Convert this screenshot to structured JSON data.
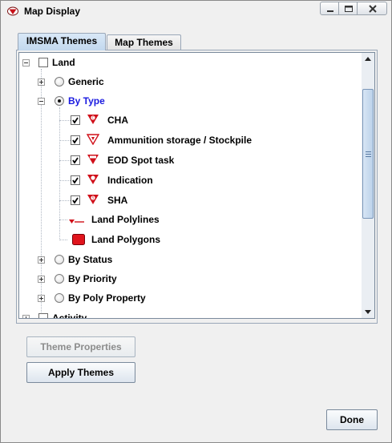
{
  "window": {
    "title": "Map Display",
    "icon": "map-display-app-icon",
    "controls": [
      "minimize-icon",
      "maximize-icon",
      "close-icon"
    ]
  },
  "tabs": [
    {
      "label": "IMSMA Themes",
      "active": true
    },
    {
      "label": "Map Themes",
      "active": false
    }
  ],
  "tree": {
    "land": {
      "label": "Land",
      "expanded": true,
      "checked": false,
      "children": {
        "generic": {
          "label": "Generic",
          "expanded": false,
          "selected": false
        },
        "by_type": {
          "label": "By Type",
          "expanded": true,
          "selected": true,
          "items": [
            {
              "label": "CHA",
              "checked": true,
              "icon": "cha-triangle-icon"
            },
            {
              "label": "Ammunition storage / Stockpile",
              "checked": true,
              "icon": "ammunition-storage-triangle-icon"
            },
            {
              "label": "EOD Spot task",
              "checked": true,
              "icon": "eod-spot-task-triangle-icon"
            },
            {
              "label": "Indication",
              "checked": true,
              "icon": "indication-triangle-icon"
            },
            {
              "label": "SHA",
              "checked": true,
              "icon": "sha-triangle-icon"
            }
          ],
          "polylines_label": "Land Polylines",
          "polygons_label": "Land Polygons"
        },
        "by_status": {
          "label": "By Status",
          "expanded": false,
          "selected": false
        },
        "by_priority": {
          "label": "By Priority",
          "expanded": false,
          "selected": false
        },
        "by_poly_property": {
          "label": "By Poly Property",
          "expanded": false,
          "selected": false
        }
      }
    },
    "activity": {
      "label": "Activity",
      "expanded": false,
      "checked": false
    }
  },
  "buttons": {
    "theme_properties": "Theme Properties",
    "apply_themes": "Apply Themes",
    "done": "Done"
  },
  "colors": {
    "selected_text": "#1a1ae0",
    "icon_red": "#d0101a",
    "tab_active": "#c9dcf0"
  }
}
